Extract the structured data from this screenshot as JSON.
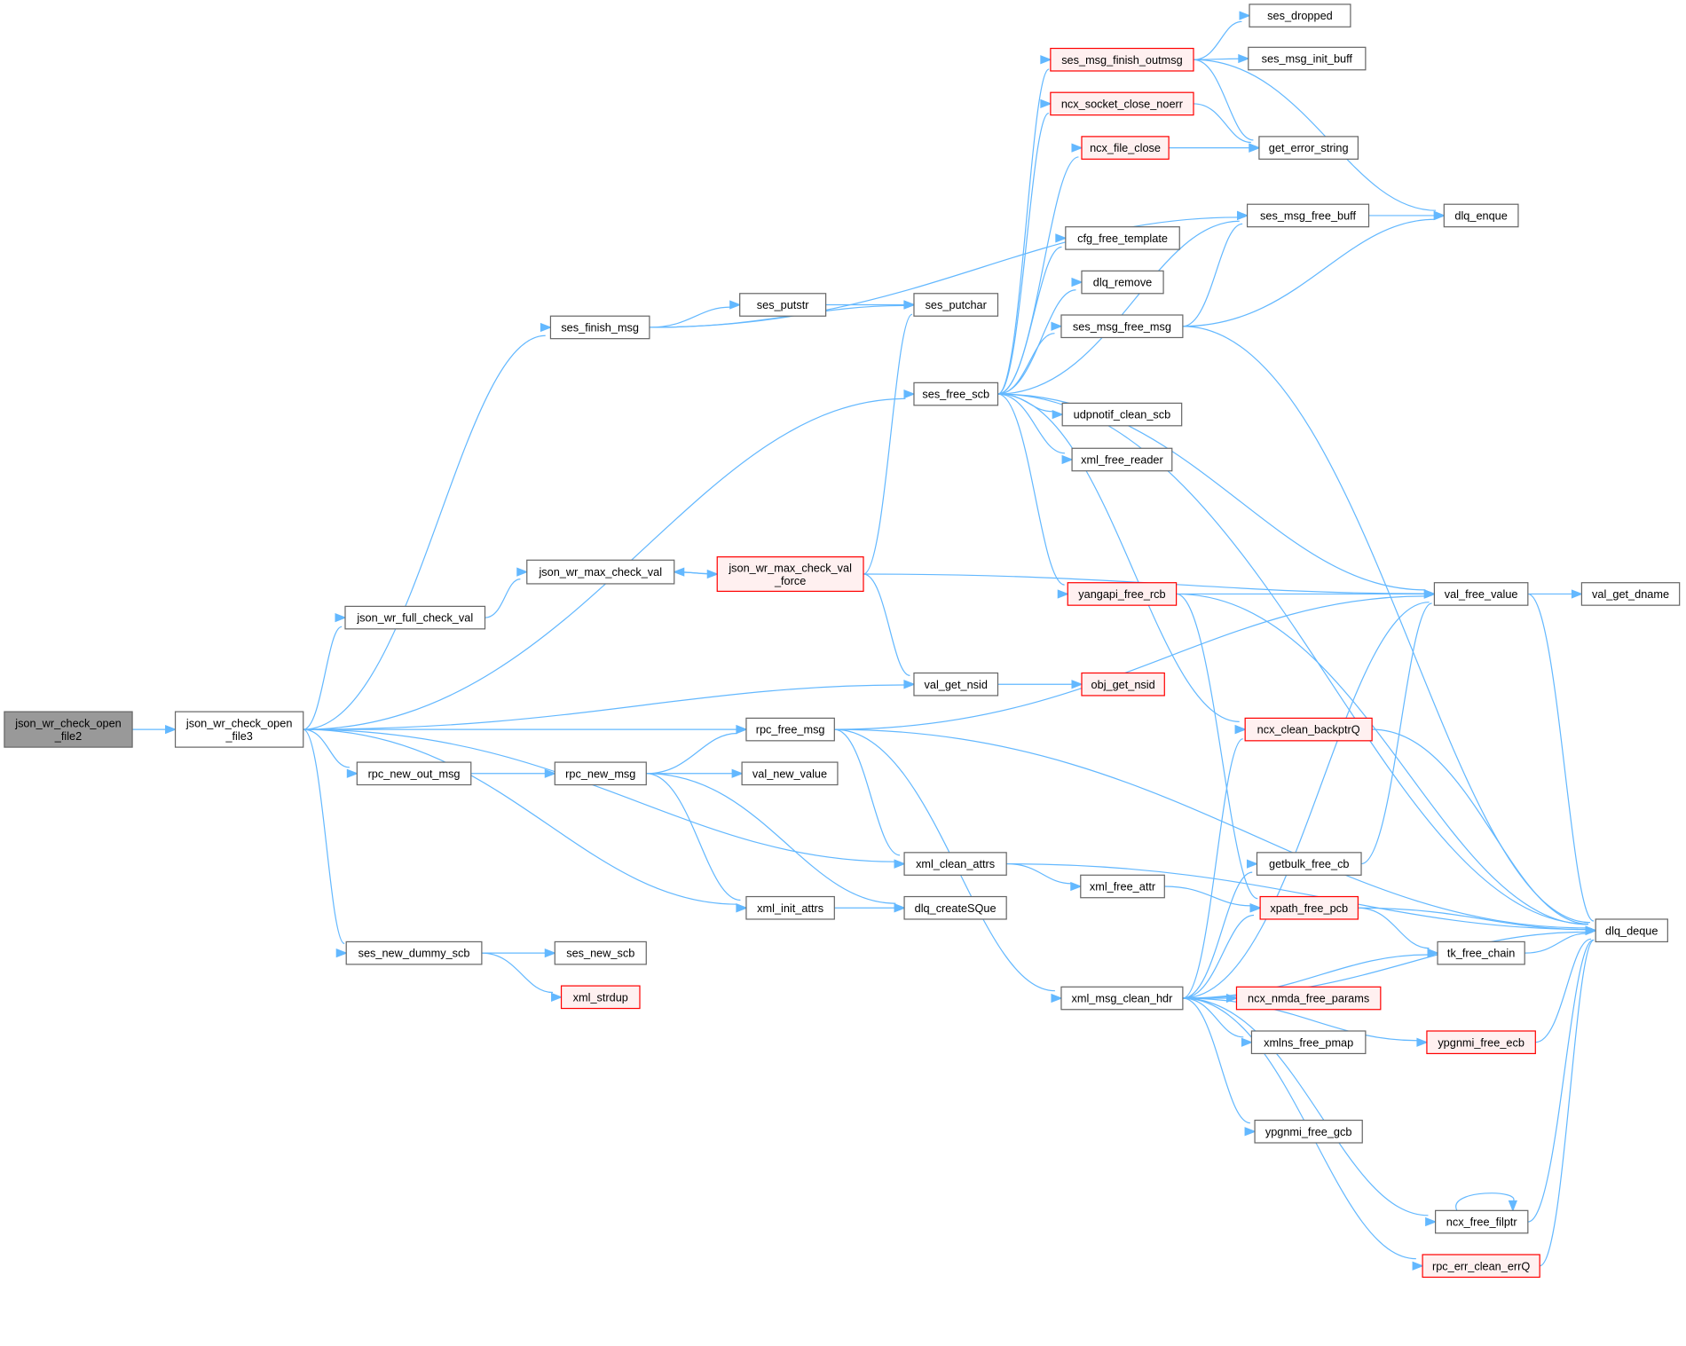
{
  "colors": {
    "edge": "#63b8ff",
    "root_fill": "#999999",
    "root_stroke": "#666666",
    "normal_fill": "#ffffff",
    "normal_stroke": "#666666",
    "warn_fill": "#fff0f0",
    "warn_stroke": "#ff0000"
  },
  "nodes": [
    {
      "id": "file2",
      "lines": [
        "json_wr_check_open",
        "_file2"
      ],
      "style": "root"
    },
    {
      "id": "file3",
      "lines": [
        "json_wr_check_open",
        "_file3"
      ],
      "style": "normal"
    },
    {
      "id": "ses_finish_msg",
      "lines": [
        "ses_finish_msg"
      ],
      "style": "normal"
    },
    {
      "id": "ses_putstr",
      "lines": [
        "ses_putstr"
      ],
      "style": "normal"
    },
    {
      "id": "ses_putchar",
      "lines": [
        "ses_putchar"
      ],
      "style": "normal"
    },
    {
      "id": "ses_free_scb",
      "lines": [
        "ses_free_scb"
      ],
      "style": "normal"
    },
    {
      "id": "json_wr_max_check_val",
      "lines": [
        "json_wr_max_check_val"
      ],
      "style": "normal"
    },
    {
      "id": "force",
      "lines": [
        "json_wr_max_check_val",
        "_force"
      ],
      "style": "warn"
    },
    {
      "id": "json_wr_full_check_val",
      "lines": [
        "json_wr_full_check_val"
      ],
      "style": "normal"
    },
    {
      "id": "val_get_nsid",
      "lines": [
        "val_get_nsid"
      ],
      "style": "normal"
    },
    {
      "id": "obj_get_nsid",
      "lines": [
        "obj_get_nsid"
      ],
      "style": "warn"
    },
    {
      "id": "rpc_free_msg",
      "lines": [
        "rpc_free_msg"
      ],
      "style": "normal"
    },
    {
      "id": "rpc_new_out_msg",
      "lines": [
        "rpc_new_out_msg"
      ],
      "style": "normal"
    },
    {
      "id": "rpc_new_msg",
      "lines": [
        "rpc_new_msg"
      ],
      "style": "normal"
    },
    {
      "id": "val_new_value",
      "lines": [
        "val_new_value"
      ],
      "style": "normal"
    },
    {
      "id": "xml_clean_attrs",
      "lines": [
        "xml_clean_attrs"
      ],
      "style": "normal"
    },
    {
      "id": "xml_init_attrs",
      "lines": [
        "xml_init_attrs"
      ],
      "style": "normal"
    },
    {
      "id": "dlq_createSQue",
      "lines": [
        "dlq_createSQue"
      ],
      "style": "normal"
    },
    {
      "id": "ses_new_dummy_scb",
      "lines": [
        "ses_new_dummy_scb"
      ],
      "style": "normal"
    },
    {
      "id": "ses_new_scb",
      "lines": [
        "ses_new_scb"
      ],
      "style": "normal"
    },
    {
      "id": "xml_strdup",
      "lines": [
        "xml_strdup"
      ],
      "style": "warn"
    },
    {
      "id": "xml_free_attr",
      "lines": [
        "xml_free_attr"
      ],
      "style": "normal"
    },
    {
      "id": "xml_msg_clean_hdr",
      "lines": [
        "xml_msg_clean_hdr"
      ],
      "style": "normal"
    },
    {
      "id": "ses_msg_finish_outmsg",
      "lines": [
        "ses_msg_finish_outmsg"
      ],
      "style": "warn"
    },
    {
      "id": "ncx_socket_close_noerr",
      "lines": [
        "ncx_socket_close_noerr"
      ],
      "style": "warn"
    },
    {
      "id": "ncx_file_close",
      "lines": [
        "ncx_file_close"
      ],
      "style": "warn"
    },
    {
      "id": "cfg_free_template",
      "lines": [
        "cfg_free_template"
      ],
      "style": "normal"
    },
    {
      "id": "dlq_remove",
      "lines": [
        "dlq_remove"
      ],
      "style": "normal"
    },
    {
      "id": "ses_msg_free_msg",
      "lines": [
        "ses_msg_free_msg"
      ],
      "style": "normal"
    },
    {
      "id": "udpnotif_clean_scb",
      "lines": [
        "udpnotif_clean_scb"
      ],
      "style": "normal"
    },
    {
      "id": "xml_free_reader",
      "lines": [
        "xml_free_reader"
      ],
      "style": "normal"
    },
    {
      "id": "yangapi_free_rcb",
      "lines": [
        "yangapi_free_rcb"
      ],
      "style": "warn"
    },
    {
      "id": "ses_dropped",
      "lines": [
        "ses_dropped"
      ],
      "style": "normal"
    },
    {
      "id": "ses_msg_init_buff",
      "lines": [
        "ses_msg_init_buff"
      ],
      "style": "normal"
    },
    {
      "id": "get_error_string",
      "lines": [
        "get_error_string"
      ],
      "style": "normal"
    },
    {
      "id": "ses_msg_free_buff",
      "lines": [
        "ses_msg_free_buff"
      ],
      "style": "normal"
    },
    {
      "id": "dlq_enque",
      "lines": [
        "dlq_enque"
      ],
      "style": "normal"
    },
    {
      "id": "val_free_value",
      "lines": [
        "val_free_value"
      ],
      "style": "normal"
    },
    {
      "id": "val_get_dname",
      "lines": [
        "val_get_dname"
      ],
      "style": "normal"
    },
    {
      "id": "ncx_clean_backptrQ",
      "lines": [
        "ncx_clean_backptrQ"
      ],
      "style": "warn"
    },
    {
      "id": "getbulk_free_cb",
      "lines": [
        "getbulk_free_cb"
      ],
      "style": "normal"
    },
    {
      "id": "xpath_free_pcb",
      "lines": [
        "xpath_free_pcb"
      ],
      "style": "warn"
    },
    {
      "id": "tk_free_chain",
      "lines": [
        "tk_free_chain"
      ],
      "style": "normal"
    },
    {
      "id": "dlq_deque",
      "lines": [
        "dlq_deque"
      ],
      "style": "normal"
    },
    {
      "id": "ncx_nmda_free_params",
      "lines": [
        "ncx_nmda_free_params"
      ],
      "style": "warn"
    },
    {
      "id": "xmlns_free_pmap",
      "lines": [
        "xmlns_free_pmap"
      ],
      "style": "normal"
    },
    {
      "id": "ypgnmi_free_ecb",
      "lines": [
        "ypgnmi_free_ecb"
      ],
      "style": "warn"
    },
    {
      "id": "ypgnmi_free_gcb",
      "lines": [
        "ypgnmi_free_gcb"
      ],
      "style": "normal"
    },
    {
      "id": "ncx_free_filptr",
      "lines": [
        "ncx_free_filptr"
      ],
      "style": "normal"
    },
    {
      "id": "rpc_err_clean_errQ",
      "lines": [
        "rpc_err_clean_errQ"
      ],
      "style": "warn"
    }
  ],
  "edges": [
    [
      "file2",
      "file3"
    ],
    [
      "file3",
      "ses_finish_msg"
    ],
    [
      "file3",
      "ses_free_scb"
    ],
    [
      "file3",
      "json_wr_full_check_val"
    ],
    [
      "file3",
      "val_get_nsid"
    ],
    [
      "file3",
      "rpc_free_msg"
    ],
    [
      "file3",
      "rpc_new_out_msg"
    ],
    [
      "file3",
      "xml_clean_attrs"
    ],
    [
      "file3",
      "xml_init_attrs"
    ],
    [
      "file3",
      "ses_new_dummy_scb"
    ],
    [
      "ses_finish_msg",
      "ses_putstr"
    ],
    [
      "ses_finish_msg",
      "ses_putchar"
    ],
    [
      "ses_finish_msg",
      "ses_msg_free_buff"
    ],
    [
      "ses_putstr",
      "ses_putchar"
    ],
    [
      "ses_free_scb",
      "ses_msg_finish_outmsg"
    ],
    [
      "ses_free_scb",
      "ncx_socket_close_noerr"
    ],
    [
      "ses_free_scb",
      "ncx_file_close"
    ],
    [
      "ses_free_scb",
      "ses_msg_free_buff"
    ],
    [
      "ses_free_scb",
      "cfg_free_template"
    ],
    [
      "ses_free_scb",
      "dlq_remove"
    ],
    [
      "ses_free_scb",
      "ses_msg_free_msg"
    ],
    [
      "ses_free_scb",
      "udpnotif_clean_scb"
    ],
    [
      "ses_free_scb",
      "xml_free_reader"
    ],
    [
      "ses_free_scb",
      "yangapi_free_rcb"
    ],
    [
      "ses_free_scb",
      "val_free_value"
    ],
    [
      "ses_free_scb",
      "dlq_deque"
    ],
    [
      "ses_free_scb",
      "ncx_clean_backptrQ"
    ],
    [
      "ses_msg_finish_outmsg",
      "ses_dropped"
    ],
    [
      "ses_msg_finish_outmsg",
      "ses_msg_init_buff"
    ],
    [
      "ses_msg_finish_outmsg",
      "get_error_string"
    ],
    [
      "ses_msg_finish_outmsg",
      "dlq_enque"
    ],
    [
      "ncx_socket_close_noerr",
      "get_error_string"
    ],
    [
      "ncx_file_close",
      "get_error_string"
    ],
    [
      "ses_msg_free_buff",
      "dlq_enque"
    ],
    [
      "ses_msg_free_msg",
      "ses_msg_free_buff"
    ],
    [
      "ses_msg_free_msg",
      "dlq_enque"
    ],
    [
      "ses_msg_free_msg",
      "dlq_deque"
    ],
    [
      "json_wr_full_check_val",
      "json_wr_max_check_val"
    ],
    [
      "json_wr_max_check_val",
      "force"
    ],
    [
      "force",
      "json_wr_max_check_val"
    ],
    [
      "force",
      "ses_putchar"
    ],
    [
      "force",
      "val_free_value"
    ],
    [
      "force",
      "val_get_nsid"
    ],
    [
      "val_get_nsid",
      "obj_get_nsid"
    ],
    [
      "rpc_free_msg",
      "val_free_value"
    ],
    [
      "rpc_free_msg",
      "dlq_deque"
    ],
    [
      "rpc_free_msg",
      "xml_clean_attrs"
    ],
    [
      "rpc_free_msg",
      "xml_msg_clean_hdr"
    ],
    [
      "rpc_new_out_msg",
      "rpc_new_msg"
    ],
    [
      "rpc_new_msg",
      "rpc_free_msg"
    ],
    [
      "rpc_new_msg",
      "val_new_value"
    ],
    [
      "rpc_new_msg",
      "xml_init_attrs"
    ],
    [
      "rpc_new_msg",
      "dlq_createSQue"
    ],
    [
      "xml_clean_attrs",
      "xml_free_attr"
    ],
    [
      "xml_clean_attrs",
      "dlq_deque"
    ],
    [
      "xml_init_attrs",
      "dlq_createSQue"
    ],
    [
      "ses_new_dummy_scb",
      "ses_new_scb"
    ],
    [
      "ses_new_dummy_scb",
      "xml_strdup"
    ],
    [
      "xml_free_attr",
      "xpath_free_pcb"
    ],
    [
      "yangapi_free_rcb",
      "val_free_value"
    ],
    [
      "yangapi_free_rcb",
      "dlq_deque"
    ],
    [
      "yangapi_free_rcb",
      "xpath_free_pcb"
    ],
    [
      "val_free_value",
      "val_get_dname"
    ],
    [
      "val_free_value",
      "dlq_deque"
    ],
    [
      "ncx_clean_backptrQ",
      "dlq_deque"
    ],
    [
      "getbulk_free_cb",
      "val_free_value"
    ],
    [
      "xpath_free_pcb",
      "dlq_deque"
    ],
    [
      "xpath_free_pcb",
      "tk_free_chain"
    ],
    [
      "tk_free_chain",
      "dlq_deque"
    ],
    [
      "xml_msg_clean_hdr",
      "ncx_clean_backptrQ"
    ],
    [
      "xml_msg_clean_hdr",
      "val_free_value"
    ],
    [
      "xml_msg_clean_hdr",
      "getbulk_free_cb"
    ],
    [
      "xml_msg_clean_hdr",
      "xpath_free_pcb"
    ],
    [
      "xml_msg_clean_hdr",
      "tk_free_chain"
    ],
    [
      "xml_msg_clean_hdr",
      "ncx_nmda_free_params"
    ],
    [
      "xml_msg_clean_hdr",
      "xmlns_free_pmap"
    ],
    [
      "xml_msg_clean_hdr",
      "ypgnmi_free_ecb"
    ],
    [
      "xml_msg_clean_hdr",
      "ypgnmi_free_gcb"
    ],
    [
      "xml_msg_clean_hdr",
      "dlq_deque"
    ],
    [
      "xml_msg_clean_hdr",
      "ncx_free_filptr"
    ],
    [
      "xml_msg_clean_hdr",
      "rpc_err_clean_errQ"
    ],
    [
      "ypgnmi_free_ecb",
      "dlq_deque"
    ],
    [
      "ncx_free_filptr",
      "dlq_deque"
    ],
    [
      "ncx_free_filptr",
      "ncx_free_filptr"
    ],
    [
      "rpc_err_clean_errQ",
      "dlq_deque"
    ]
  ]
}
